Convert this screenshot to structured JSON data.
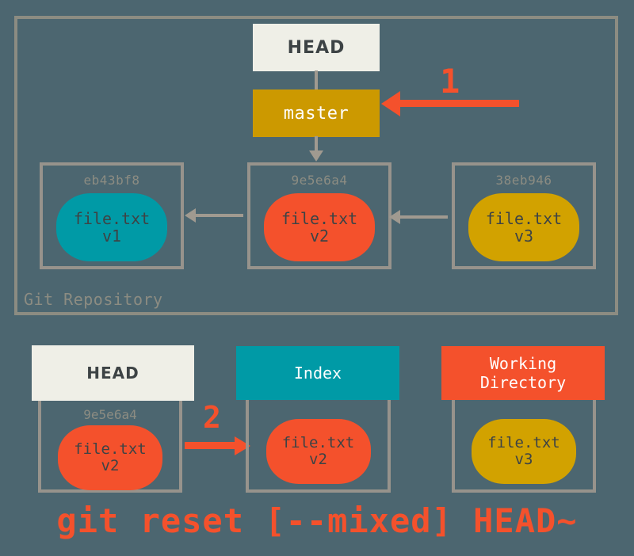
{
  "diagram": {
    "title_caption": "git reset [--mixed] HEAD~",
    "colors": {
      "background": "#4c6670",
      "frame": "#8c8c82",
      "connector": "#a09a90",
      "accent_red": "#f4512c",
      "teal": "#009aa6",
      "gold": "#cc9900",
      "blob_gold": "#d2a200",
      "bone": "#efefe7",
      "text_dark": "#3d4345"
    }
  },
  "repository": {
    "frame_label": "Git Repository",
    "head_pointer": "HEAD",
    "branch_pointer": "master",
    "step_marker": "1",
    "commits": [
      {
        "hash": "eb43bf8",
        "file": "file.txt",
        "version": "v1",
        "blob_color": "teal"
      },
      {
        "hash": "9e5e6a4",
        "file": "file.txt",
        "version": "v2",
        "blob_color": "red"
      },
      {
        "hash": "38eb946",
        "file": "file.txt",
        "version": "v3",
        "blob_color": "gold"
      }
    ]
  },
  "areas": {
    "step_marker": "2",
    "head": {
      "label": "HEAD",
      "hash": "9e5e6a4",
      "file": "file.txt",
      "version": "v2",
      "blob_color": "red"
    },
    "index": {
      "label": "Index",
      "file": "file.txt",
      "version": "v2",
      "blob_color": "red"
    },
    "working_directory": {
      "label_line1": "Working",
      "label_line2": "Directory",
      "file": "file.txt",
      "version": "v3",
      "blob_color": "gold"
    }
  }
}
